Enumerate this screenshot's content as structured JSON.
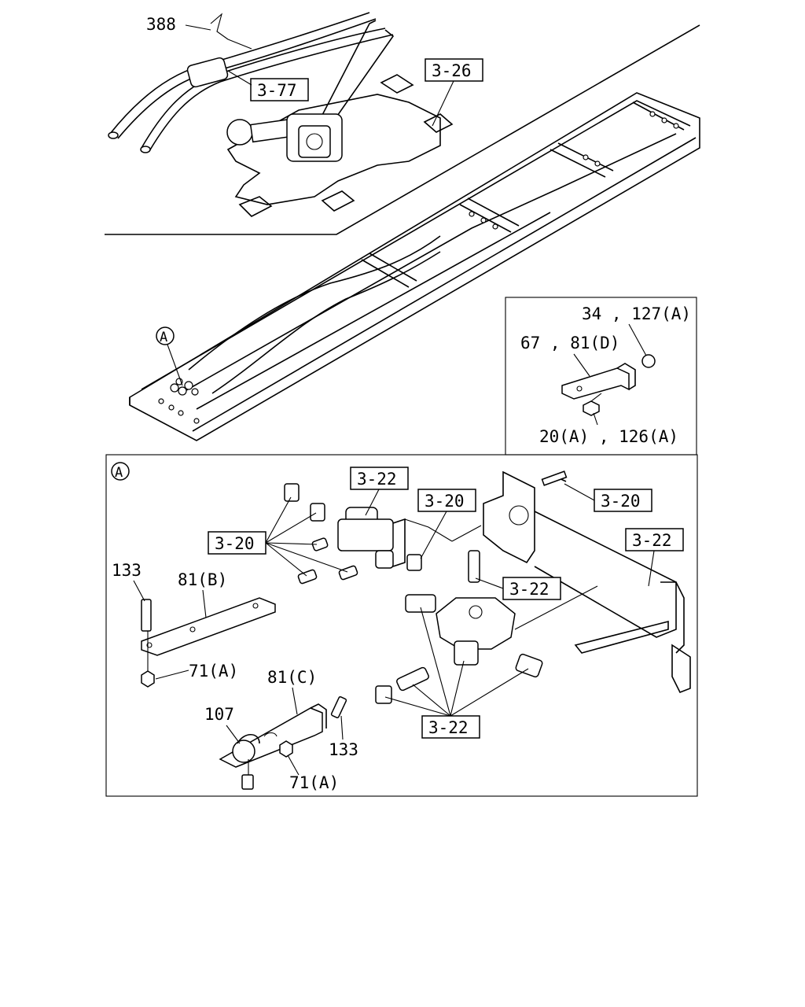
{
  "callouts": {
    "c388": "388",
    "c3_77": "3-77",
    "c3_26": "3-26",
    "cA_frame": "A",
    "c34_127A": "34 , 127(A)",
    "c67_81D": "67 , 81(D)",
    "c20A_126A": "20(A) , 126(A)",
    "cA_detail": "A",
    "c3_22_top": "3-22",
    "c3_20_mid": "3-20",
    "c3_20_right": "3-20",
    "c3_20_left": "3-20",
    "c3_22_right": "3-22",
    "c3_22_valve": "3-22",
    "c3_22_bottom": "3-22",
    "c133_top": "133",
    "c81B": "81(B)",
    "c71A_top": "71(A)",
    "c81C": "81(C)",
    "c107": "107",
    "c133_bottom": "133",
    "c71A_bottom": "71(A)"
  }
}
